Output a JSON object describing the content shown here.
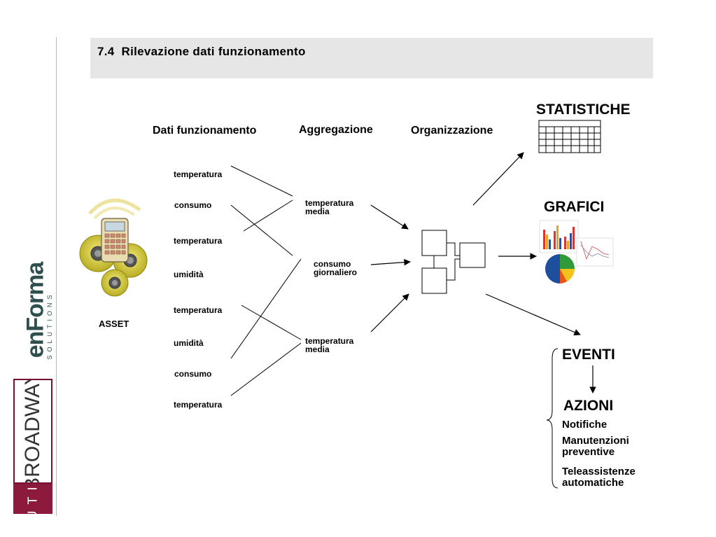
{
  "header": {
    "number": "7.4",
    "title": "Rilevazione dati funzionamento"
  },
  "columns": {
    "dati": "Dati funzionamento",
    "aggregazione": "Aggregazione",
    "organizzazione": "Organizzazione"
  },
  "asset_label": "ASSET",
  "dati_items": [
    "temperatura",
    "consumo",
    "temperatura",
    "umidità",
    "temperatura",
    "umidità",
    "consumo",
    "temperatura"
  ],
  "aggregates": [
    {
      "line1": "temperatura",
      "line2": "media"
    },
    {
      "line1": "consumo",
      "line2": "giornaliero"
    },
    {
      "line1": "temperatura",
      "line2": "media"
    }
  ],
  "outputs": {
    "statistiche": "STATISTICHE",
    "grafici": "GRAFICI",
    "eventi": "EVENTI",
    "azioni": "AZIONI",
    "actions": [
      {
        "line1": "Notifiche",
        "line2": ""
      },
      {
        "line1": "Manutenzioni",
        "line2": "preventive"
      },
      {
        "line1": "Teleassistenze",
        "line2": "automatiche"
      }
    ]
  },
  "logos": {
    "enforma_main": "enForma",
    "enforma_sub": "SOLUTIONS",
    "broadway_main": "BROADWAY",
    "broadway_sub": "SOLUTIONS"
  },
  "colors": {
    "title_bar": "#e6e6e6",
    "broadway_red": "#8b1a3c",
    "enforma_teal": "#2f4f4f",
    "gear_yellow": "#d4cc3a"
  },
  "icons": [
    "asset-gear-device-icon",
    "spreadsheet-icon",
    "charts-icon"
  ]
}
